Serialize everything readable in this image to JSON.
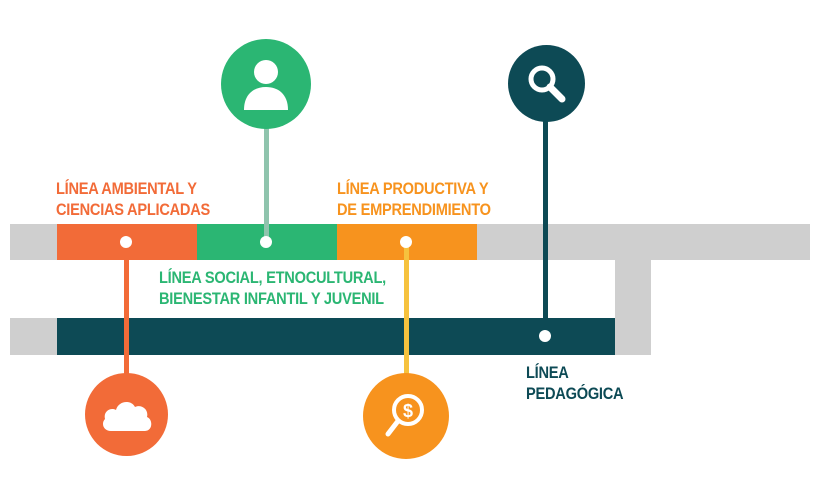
{
  "colors": {
    "orange": "#f26b38",
    "green": "#2bb673",
    "amber": "#f7931e",
    "teal": "#0d4a55",
    "gray": "#cfcfcf",
    "sage": "#8fc4ad",
    "yellow": "#f6c23e"
  },
  "lines": [
    {
      "id": "ambiental",
      "label_lines": [
        "LÍNEA AMBIENTAL Y",
        "CIENCIAS APLICADAS"
      ],
      "icon": "cloud-icon"
    },
    {
      "id": "social",
      "label_lines": [
        "LÍNEA SOCIAL, ETNOCULTURAL,",
        "BIENESTAR INFANTIL Y JUVENIL"
      ],
      "icon": "person-icon"
    },
    {
      "id": "productiva",
      "label_lines": [
        "LÍNEA PRODUCTIVA Y",
        "DE EMPRENDIMIENTO"
      ],
      "icon": "money-search-icon"
    },
    {
      "id": "pedagogica",
      "label_lines": [
        "LÍNEA",
        "PEDAGÓGICA"
      ],
      "icon": "magnifier-icon"
    }
  ]
}
